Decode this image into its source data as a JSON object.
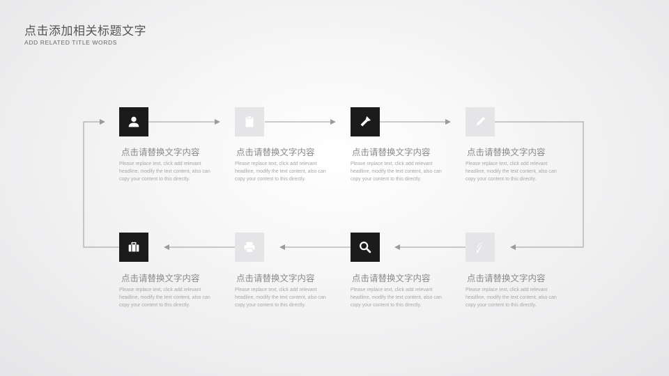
{
  "header": {
    "title": "点击添加相关标题文字",
    "subtitle": "ADD RELATED TITLE WORDS"
  },
  "steps": [
    {
      "icon": "user-icon",
      "style": "dark",
      "caption": "点击请替换文字内容",
      "description": "Please replace text, click add relevant headline, modify the text content, also can copy your content to this directly."
    },
    {
      "icon": "clipboard-icon",
      "style": "light",
      "caption": "点击请替换文字内容",
      "description": "Please replace text, click add relevant headline, modify the text content, also can copy your content to this directly."
    },
    {
      "icon": "flashlight-icon",
      "style": "dark",
      "caption": "点击请替换文字内容",
      "description": "Please replace text, click add relevant headline, modify the text content, also can copy your content to this directly."
    },
    {
      "icon": "pencil-icon",
      "style": "light",
      "caption": "点击请替换文字内容",
      "description": "Please replace text, click add relevant headline, modify the text content, also can copy your content to this directly."
    },
    {
      "icon": "briefcase-icon",
      "style": "dark",
      "caption": "点击请替换文字内容",
      "description": "Please replace text, click add relevant headline, modify the text content, also can copy your content to this directly."
    },
    {
      "icon": "printer-icon",
      "style": "light",
      "caption": "点击请替换文字内容",
      "description": "Please replace text, click add relevant headline, modify the text content, also can copy your content to this directly."
    },
    {
      "icon": "search-icon",
      "style": "dark",
      "caption": "点击请替换文字内容",
      "description": "Please replace text, click add relevant headline, modify the text content, also can copy your content to this directly."
    },
    {
      "icon": "feather-icon",
      "style": "light",
      "caption": "点击请替换文字内容",
      "description": "Please replace text, click add relevant headline, modify the text content, also can copy your content to this directly."
    }
  ],
  "colors": {
    "dark_box": "#1b1b1b",
    "light_box": "#e5e5e7",
    "connector": "#9a9a9a"
  }
}
